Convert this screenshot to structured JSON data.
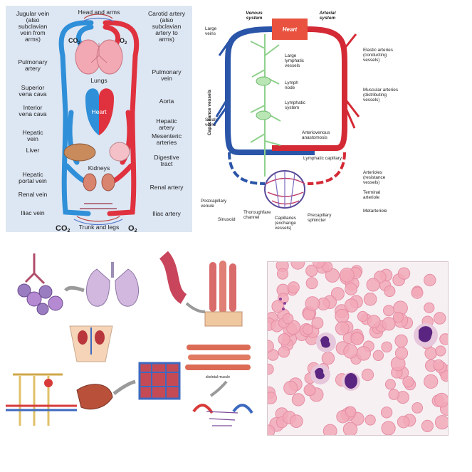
{
  "circulation": {
    "top": "Head and arms",
    "left": [
      {
        "id": "jugular",
        "lines": [
          "Jugular vein",
          "(also",
          "subclavian",
          "vein from",
          "arms)"
        ]
      },
      {
        "id": "pulm-artery",
        "lines": [
          "Pulmonary",
          "artery"
        ]
      },
      {
        "id": "svc",
        "lines": [
          "Superior",
          "vena cava"
        ]
      },
      {
        "id": "ivc",
        "lines": [
          "Interior",
          "vena cava"
        ]
      },
      {
        "id": "hepatic-vein",
        "lines": [
          "Hepatic",
          "vein"
        ]
      },
      {
        "id": "liver",
        "lines": [
          "Liver"
        ]
      },
      {
        "id": "portal",
        "lines": [
          "Hepatic",
          "portal vein"
        ]
      },
      {
        "id": "renal-vein",
        "lines": [
          "Renal vein"
        ]
      },
      {
        "id": "iliac-vein",
        "lines": [
          "Iliac vein"
        ]
      }
    ],
    "right": [
      {
        "id": "carotid",
        "lines": [
          "Carotid artery",
          "(also",
          "subclavian",
          "artery to",
          "arms)"
        ]
      },
      {
        "id": "pulm-vein",
        "lines": [
          "Pulmonary",
          "vein"
        ]
      },
      {
        "id": "aorta",
        "lines": [
          "Aorta"
        ]
      },
      {
        "id": "hep-artery",
        "lines": [
          "Hepatic",
          "artery"
        ]
      },
      {
        "id": "mesenteric",
        "lines": [
          "Mesenteric",
          "arteries"
        ]
      },
      {
        "id": "digestive",
        "lines": [
          "Digestive",
          "tract"
        ]
      },
      {
        "id": "renal-artery",
        "lines": [
          "Renal artery"
        ]
      },
      {
        "id": "iliac-artery",
        "lines": [
          "Iliac artery"
        ]
      }
    ],
    "center": {
      "lungs": "Lungs",
      "heart": "Heart",
      "kidneys": "Kidneys",
      "bottom": "Trunk and legs"
    },
    "gases": {
      "co2": "CO",
      "o2": "O",
      "sub": "2"
    }
  },
  "vessels": {
    "heart": "Heart",
    "venous": [
      "Venous",
      "system"
    ],
    "arterial": [
      "Arterial",
      "system"
    ],
    "capacitance": "Capacitance vessels",
    "labels": [
      {
        "id": "large-veins",
        "lines": [
          "Large",
          "veins"
        ]
      },
      {
        "id": "small-veins",
        "lines": [
          "Small",
          "veins"
        ]
      },
      {
        "id": "lymph-vessels",
        "lines": [
          "Large",
          "lymphatic",
          "vessels"
        ]
      },
      {
        "id": "lymph-node",
        "lines": [
          "Lymph",
          "node"
        ]
      },
      {
        "id": "lymph-system",
        "lines": [
          "Lymphatic",
          "system"
        ]
      },
      {
        "id": "av-anast",
        "lines": [
          "Arteriovenous",
          "anastomosis"
        ]
      },
      {
        "id": "lymph-cap",
        "lines": [
          "Lymphatic capillary"
        ]
      },
      {
        "id": "elastic",
        "lines": [
          "Elastic arteries",
          "(conducting",
          "vessels)"
        ]
      },
      {
        "id": "muscular",
        "lines": [
          "Muscular arteries",
          "(distributing",
          "vessels)"
        ]
      },
      {
        "id": "arterioles",
        "lines": [
          "Arterioles",
          "(resistance",
          "vessels)"
        ]
      },
      {
        "id": "terminal",
        "lines": [
          "Terminal",
          "arteriole"
        ]
      },
      {
        "id": "metart",
        "lines": [
          "Metarteriole"
        ]
      },
      {
        "id": "postcap",
        "lines": [
          "Postcapillary",
          "venule"
        ]
      },
      {
        "id": "sinusoid",
        "lines": [
          "Sinusoid"
        ]
      },
      {
        "id": "thorough",
        "lines": [
          "Thoroughfare",
          "channel"
        ]
      },
      {
        "id": "capillaries",
        "lines": [
          "Capillaries",
          "(exchange",
          "vessels)"
        ]
      },
      {
        "id": "precap",
        "lines": [
          "Precapillary",
          "sphincter"
        ]
      }
    ]
  },
  "organs": {
    "muscle_label": "skeletal muscle"
  },
  "colors": {
    "vein": "#2f8fd8",
    "artery": "#e0313f",
    "panel_bg": "#dde6f3",
    "lymph": "#8fd18c",
    "heart_box": "#e8523e"
  }
}
